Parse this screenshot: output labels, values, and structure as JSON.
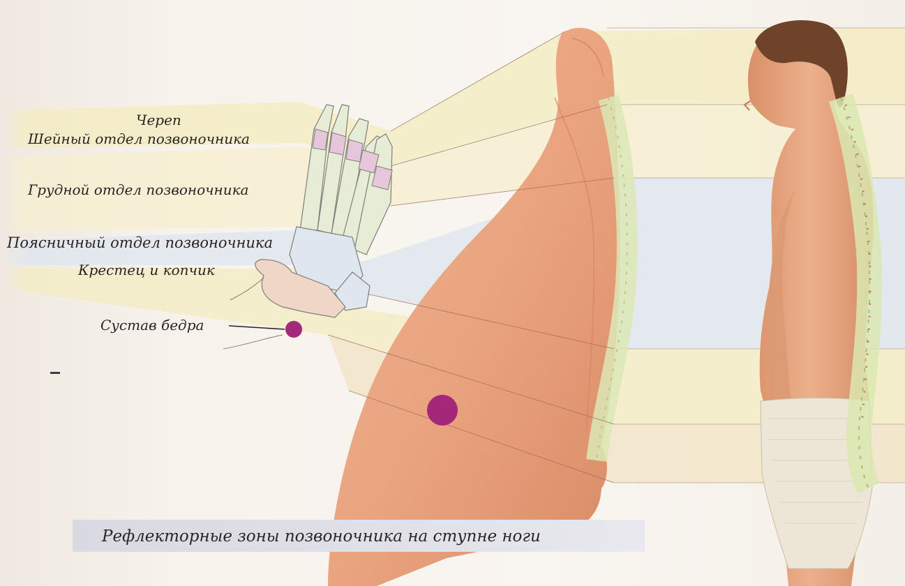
{
  "labels": {
    "skull": "Череп",
    "cervical": "Шейный отдел позвоночника",
    "thoracic": "Грудной отдел позвоночника",
    "lumbar": "Поясничный отдел позвоночника",
    "sacrum": "Крестец и копчик",
    "hip_joint": "Сустав бедра"
  },
  "caption": "Рефлекторные зоны позвоночника на ступне ноги",
  "colors": {
    "band_yellow": "#f4ecc4",
    "band_blue": "#dde6f0",
    "skin": "#e9a27e",
    "skin_dark": "#d88461",
    "spine": "#e6eec8",
    "hip_marker": "#a3287a",
    "bone": "#e6ecd6",
    "bone_pink": "#e6c6da"
  }
}
